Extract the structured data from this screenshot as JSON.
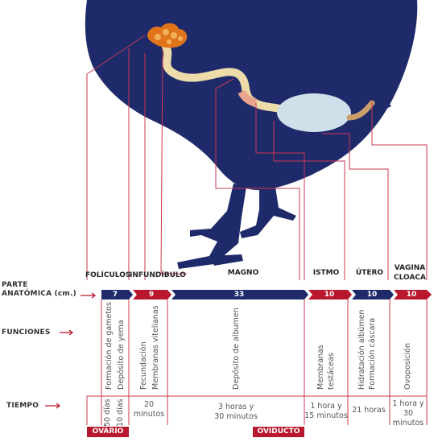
{
  "colors": {
    "bird": "#1f2a6b",
    "accent": "#b8172e",
    "line": "#c8384f",
    "text": "#555555"
  },
  "row_labels": {
    "parte_1": "PARTE",
    "parte_2": "ANATÓMICA (cm.)",
    "funciones": "FUNCIONES",
    "tiempo": "TIEMPO"
  },
  "segments": [
    {
      "name": "FOLÍCULOS",
      "length": "7",
      "func_1": "Formación de gametos",
      "func_2": "Depósito de yema"
    },
    {
      "name": "INFUNDÍBULO",
      "length": "9",
      "func_1": "Fecundación",
      "func_2": "Membranas vitelianas",
      "time_1": "20",
      "time_2": "minutos"
    },
    {
      "name": "MAGNO",
      "length": "33",
      "func_1": "Depósito de albumen",
      "time_1": "3 horas y",
      "time_2": "30 minutos"
    },
    {
      "name": "ISTMO",
      "length": "10",
      "func_1": "Membranas",
      "func_2": "testáceas",
      "time_1": "1 hora y",
      "time_2": "15 minutos"
    },
    {
      "name": "ÚTERO",
      "length": "10",
      "func_1": "Hidratación albúmen",
      "func_2": "Formación cáscara",
      "time_1": "21 horas"
    },
    {
      "name": "VAGINA",
      "name_2": "CLOACA",
      "length": "10",
      "func_1": "Ovoposición",
      "time_1": "1 hora y",
      "time_2": "30",
      "time_3": "minutos"
    }
  ],
  "foliculos_time": {
    "t1": "50 días",
    "t2": "10 días"
  },
  "tags": {
    "ovario": "OVARIO",
    "oviducto": "OVIDUCTO"
  },
  "icons": {
    "row_arrow": "arrow-right-icon",
    "bird": "hen-silhouette-icon"
  }
}
